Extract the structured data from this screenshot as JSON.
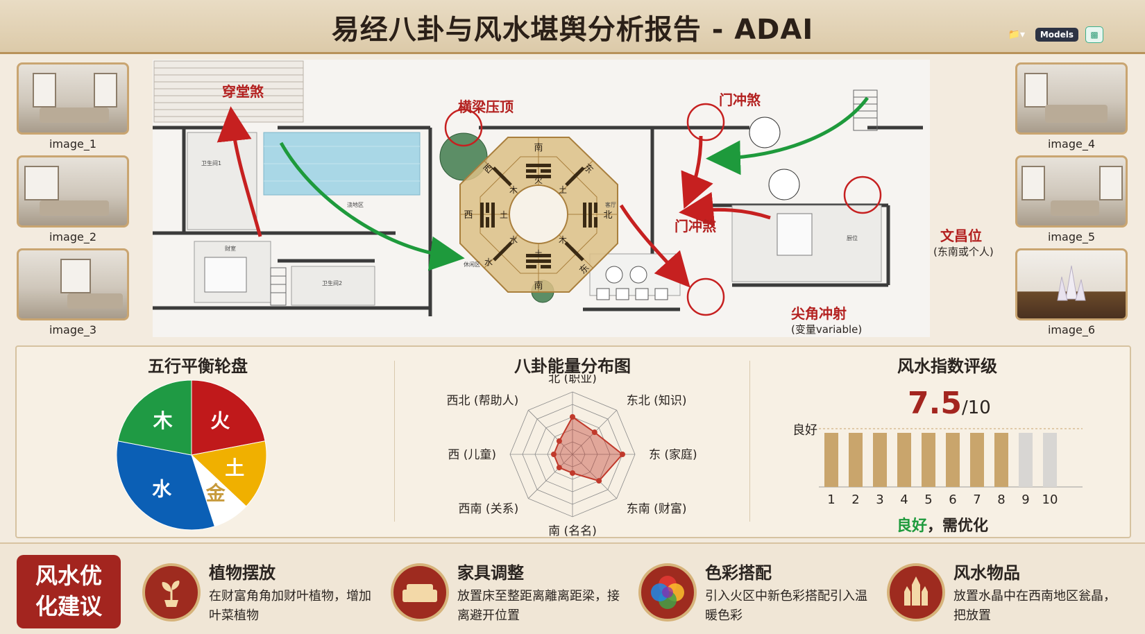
{
  "header": {
    "title": "易经八卦与风水堪舆分析报告 - ADAI",
    "models_label": "Models"
  },
  "thumbnails": {
    "left": [
      "image_1",
      "image_2",
      "image_3"
    ],
    "right": [
      "image_4",
      "image_5",
      "image_6"
    ]
  },
  "floorplan": {
    "labels": {
      "chuantang": "穿堂煞",
      "hengliang": "横梁压顶",
      "menchong_top": "门冲煞",
      "menchong_mid": "门冲煞",
      "wenchang": "文昌位",
      "wenchang_sub": "(东南或个人)",
      "jianjiao": "尖角冲射",
      "jianjiao_sub": "(变量variable)"
    },
    "room_labels": [
      "卫生间1",
      "浇地区",
      "财室",
      "卫生间2",
      "厨位",
      "休闲区",
      "客厅"
    ],
    "bagua": {
      "trigram_dirs": [
        "南",
        "东",
        "北",
        "西",
        "南",
        "西",
        "东"
      ],
      "elements": [
        "火",
        "土",
        "木",
        "土",
        "水",
        "木",
        "水",
        "土"
      ]
    }
  },
  "chart_data": [
    {
      "type": "pie",
      "title": "五行平衡轮盘",
      "slices": [
        {
          "label": "火",
          "value": 22,
          "color": "#c0191b"
        },
        {
          "label": "土",
          "value": 15,
          "color": "#f0b000"
        },
        {
          "label": "金",
          "value": 8,
          "color": "#ffffff",
          "text_color": "#c79a3c"
        },
        {
          "label": "水",
          "value": 33,
          "color": "#0b5fb5"
        },
        {
          "label": "木",
          "value": 22,
          "color": "#1f9a44"
        }
      ]
    },
    {
      "type": "radar",
      "title": "八卦能量分布图",
      "axes": [
        "北 (职业)",
        "东北 (知识)",
        "东 (家庭)",
        "东南 (财富)",
        "南 (名名)",
        "西南 (关系)",
        "西 (儿童)",
        "西北 (帮助人)"
      ],
      "values": [
        6,
        5,
        8,
        6,
        3,
        3,
        3,
        3
      ],
      "max": 10,
      "color": "#c0392b"
    },
    {
      "type": "bar",
      "title": "风水指数评级",
      "score": "7.5",
      "score_suffix": "/10",
      "ref_label": "良好",
      "categories": [
        "1",
        "2",
        "3",
        "4",
        "5",
        "6",
        "7",
        "8",
        "9",
        "10"
      ],
      "values": [
        1,
        1,
        1,
        1,
        1,
        1,
        1,
        1,
        1,
        1
      ],
      "filled": 8,
      "fill_color": "#c9a56c",
      "empty_color": "#d8d6d3",
      "verdict_good": "良好",
      "verdict_rest": "，需优化"
    }
  ],
  "advice": {
    "badge": "风水优化建议",
    "items": [
      {
        "title": "植物摆放",
        "desc": "在财富角角加财叶植物，增加叶菜植物",
        "icon": "plant-icon"
      },
      {
        "title": "家具调整",
        "desc": "放置床至整距离離离距梁，接离避开位置",
        "icon": "sofa-icon"
      },
      {
        "title": "色彩搭配",
        "desc": "引入火区中新色彩搭配引入温暖色彩",
        "icon": "color-wheel-icon"
      },
      {
        "title": "风水物品",
        "desc": "放置水晶中在西南地区瓮晶，把放置",
        "icon": "crystal-icon"
      }
    ]
  }
}
